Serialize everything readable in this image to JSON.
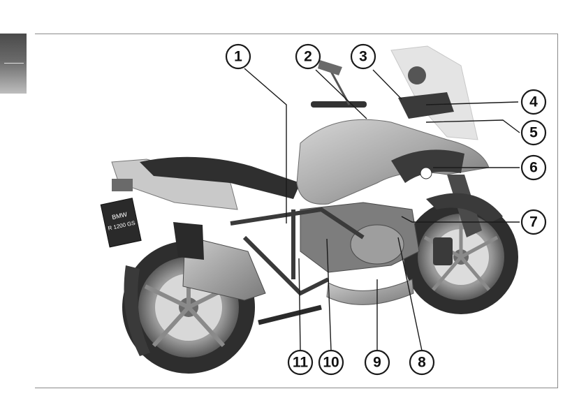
{
  "callouts": [
    {
      "number": "1"
    },
    {
      "number": "2"
    },
    {
      "number": "3"
    },
    {
      "number": "4"
    },
    {
      "number": "5"
    },
    {
      "number": "6"
    },
    {
      "number": "7"
    },
    {
      "number": "8"
    },
    {
      "number": "9"
    },
    {
      "number": "10"
    },
    {
      "number": "11"
    }
  ],
  "illustration": {
    "subject": "motorcycle",
    "license_plate": {
      "line1": "BMW",
      "line2": "R 1200 GS"
    }
  },
  "colors": {
    "frame_line": "#8a8a8a",
    "callout_stroke": "#1a1a1a",
    "side_tab": "#4a4a4a"
  }
}
